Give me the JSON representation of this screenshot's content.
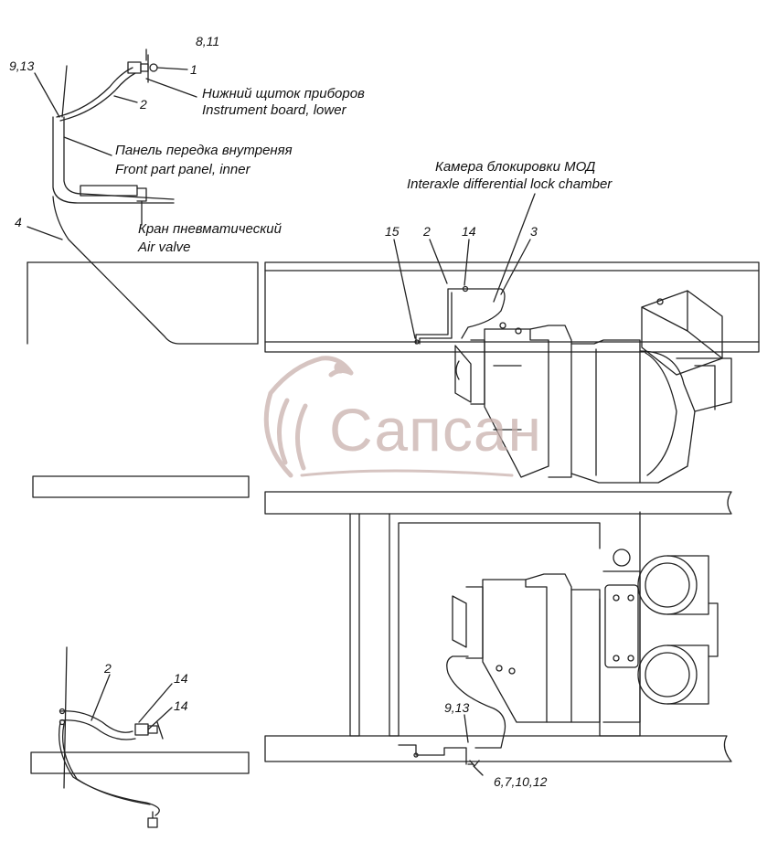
{
  "labels": {
    "dash_lower_ru": "Нижний щиток приборов",
    "dash_lower_en": "Instrument board, lower",
    "front_panel_ru": "Панель передка внутреняя",
    "front_panel_en": "Front part panel, inner",
    "air_valve_ru": "Кран пневматический",
    "air_valve_en": "Air valve",
    "lock_chamber_ru": "Камера блокировки МОД",
    "lock_chamber_en": "Interaxle differential lock chamber"
  },
  "callouts": {
    "c_8_11": "8,11",
    "c_1": "1",
    "c_9_13_top": "9,13",
    "c_2_top": "2",
    "c_4": "4",
    "c_15": "15",
    "c_2_mid": "2",
    "c_14_mid": "14",
    "c_3": "3",
    "c_2_bottom": "2",
    "c_14_bottom_a": "14",
    "c_14_bottom_b": "14",
    "c_9_13_bottom": "9,13",
    "c_6_7_10_12": "6,7,10,12"
  },
  "watermark": {
    "text": "Сапсан"
  }
}
